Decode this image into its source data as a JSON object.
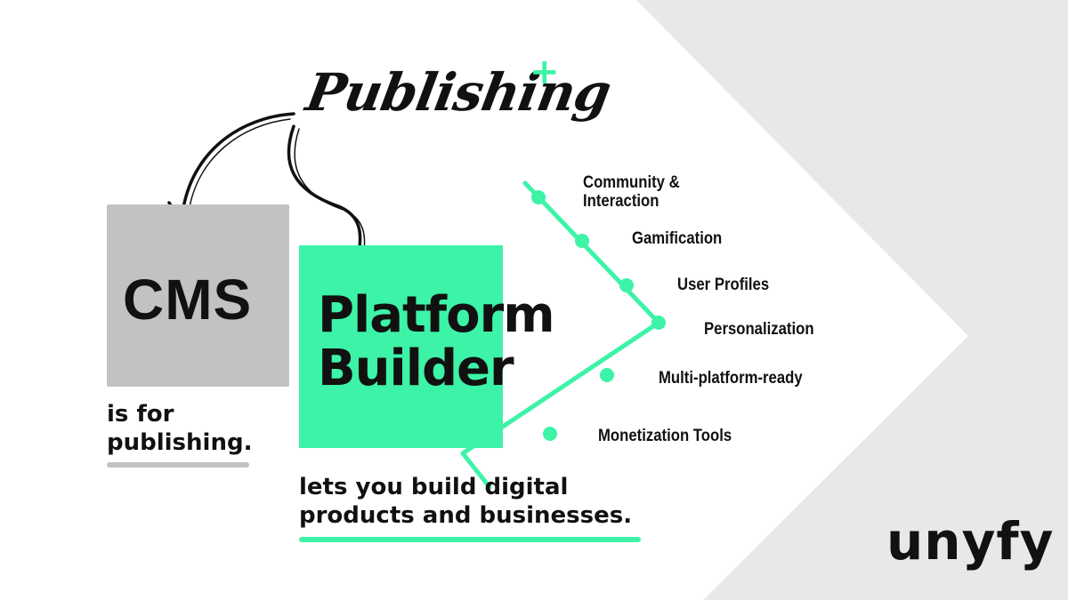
{
  "headline": {
    "text": "Publishing",
    "plus": "+"
  },
  "cms": {
    "label": "CMS",
    "caption": "is for publishing."
  },
  "platform_builder": {
    "label_line1": "Platform",
    "label_line2": "Builder",
    "caption": "lets you build digital products and businesses."
  },
  "features": [
    {
      "label": "Community & Interaction"
    },
    {
      "label": "Gamification"
    },
    {
      "label": "User Profiles"
    },
    {
      "label": "Personalization"
    },
    {
      "label": "Multi-platform-ready"
    },
    {
      "label": "Monetization Tools"
    }
  ],
  "brand": {
    "logo_text": "unyfy"
  },
  "colors": {
    "accent": "#3df3a7",
    "cms_gray": "#c2c2c2",
    "background_gray": "#e8e8e8",
    "arrow_white": "#ffffff",
    "text": "#111111"
  }
}
